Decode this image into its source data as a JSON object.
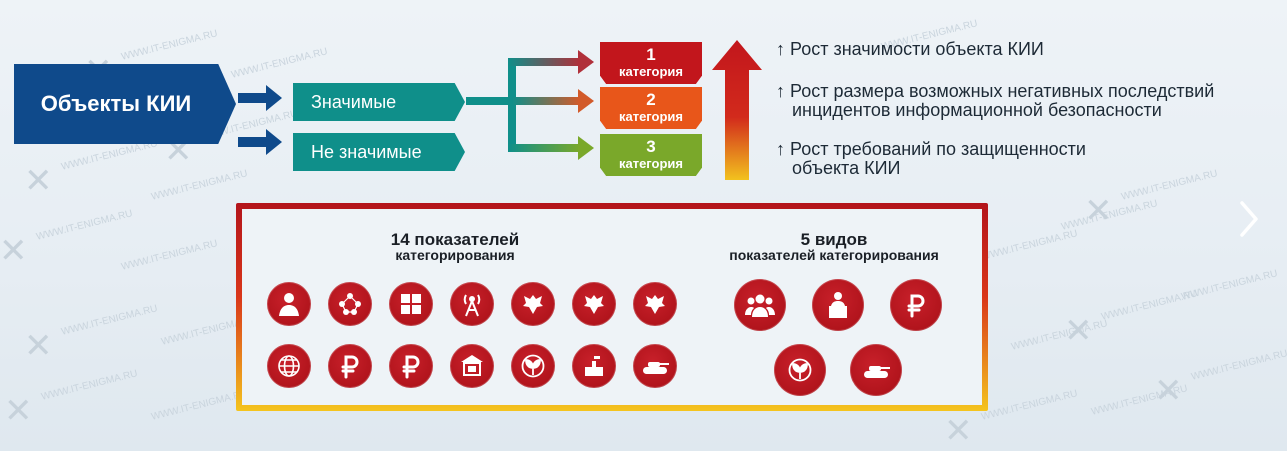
{
  "kii": {
    "title": "Объекты КИИ"
  },
  "significance": {
    "significant": "Значимые",
    "not_significant": "Не значимые"
  },
  "categories": [
    {
      "number": "1",
      "label": "категория",
      "color": "#c2161c"
    },
    {
      "number": "2",
      "label": "категория",
      "color": "#e8561a"
    },
    {
      "number": "3",
      "label": "категория",
      "color": "#7aa82a"
    }
  ],
  "growth": [
    {
      "text": "↑ Рост значимости объекта КИИ"
    },
    {
      "line1": "↑ Рост размера возможных негативных последствий",
      "line2": "инцидентов информационной безопасности"
    },
    {
      "line1": "↑ Рост требований по защищенности",
      "line2": "объекта КИИ"
    }
  ],
  "panel": {
    "left_title_1": "14 показателей",
    "left_title_2": "категорирования",
    "right_title_1": "5 видов",
    "right_title_2": "показателей категорирования",
    "left_icons": [
      "person-icon",
      "network-people-icon",
      "documents-icon",
      "radio-tower-icon",
      "coat-of-arms-icon",
      "coat-of-arms-icon",
      "coat-of-arms-icon",
      "globe-icon",
      "ruble-icon",
      "ruble-icon",
      "bank-icon",
      "leaf-icon",
      "factory-icon",
      "tank-icon"
    ],
    "right_icons": [
      "people-group-icon",
      "speaker-podium-icon",
      "ruble-icon",
      "leaf-icon",
      "tank-icon"
    ]
  },
  "watermark": "WWW.IT-ENIGMA.RU",
  "colors": {
    "navy": "#0f4a8b",
    "teal": "#0f8f8a",
    "red": "#b1141c",
    "yellow": "#f4c41e"
  }
}
